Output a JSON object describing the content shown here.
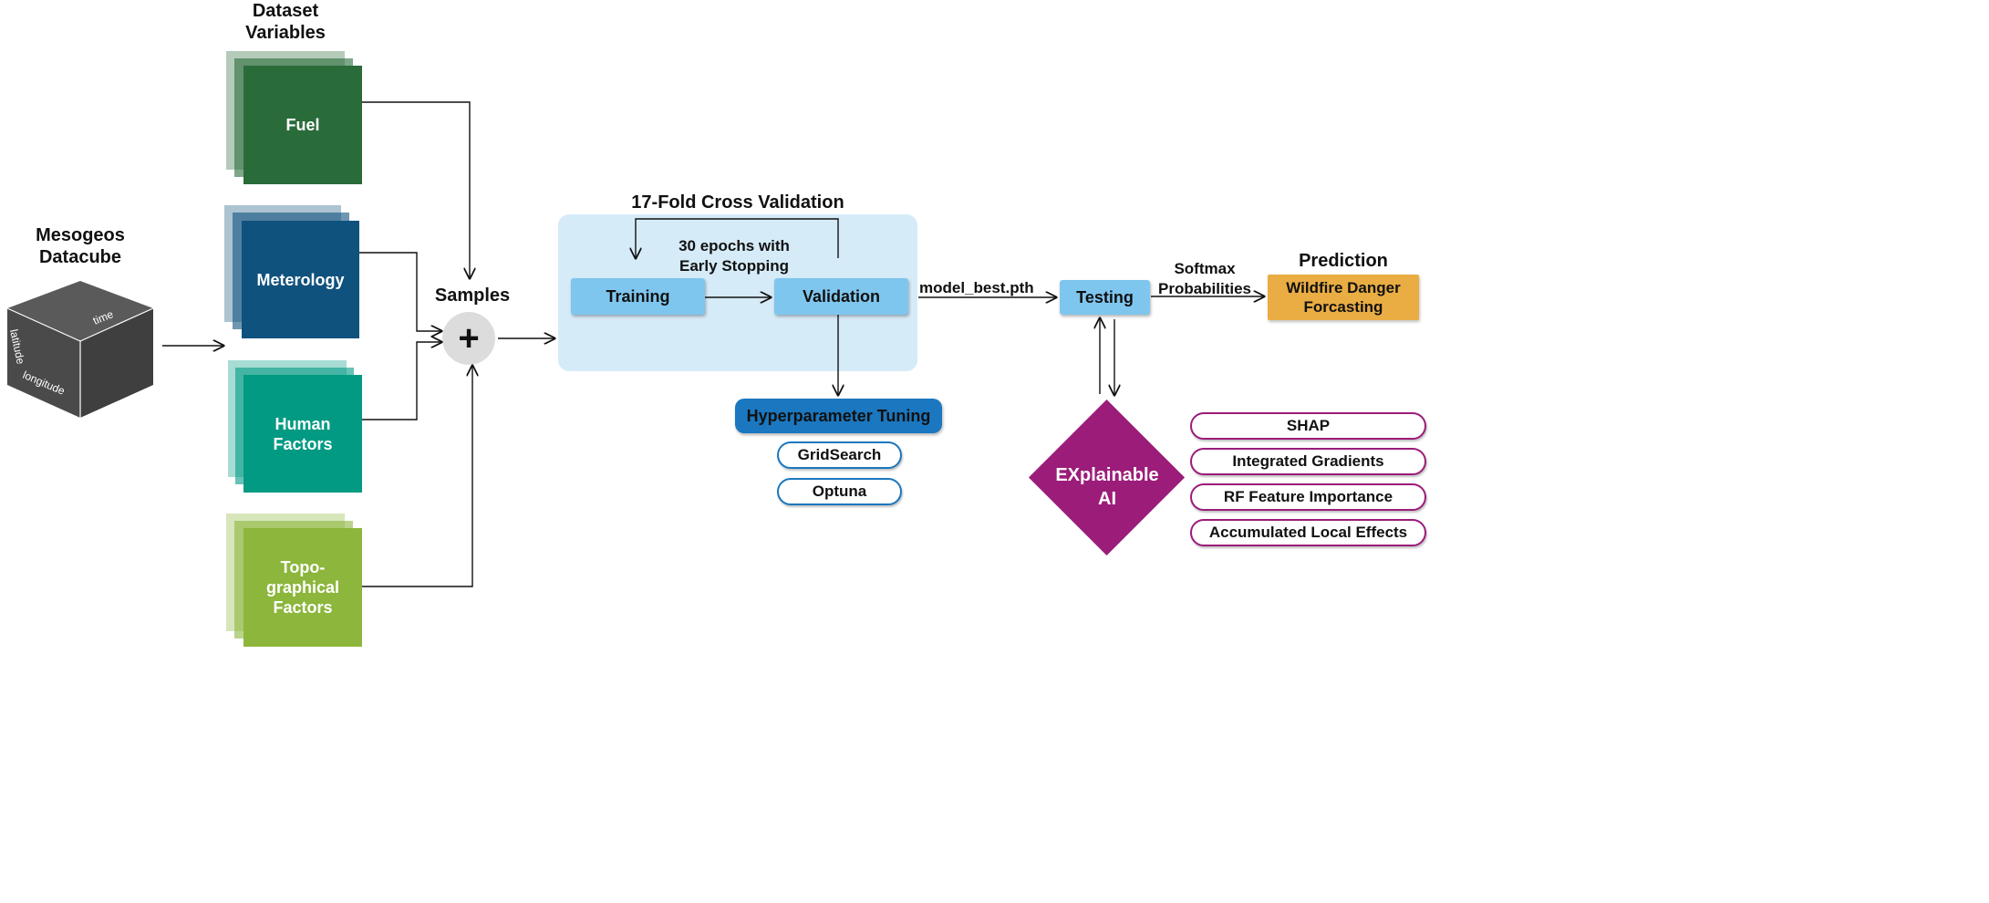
{
  "dataset_title": "Dataset\nVariables",
  "datacube": {
    "title": "Mesogeos\nDatacube",
    "axis_time": "time",
    "axis_latitude": "latitude",
    "axis_longitude": "longitude"
  },
  "variables": [
    {
      "label": "Fuel",
      "color": "#2a6b3a"
    },
    {
      "label": "Meterology",
      "color": "#10527e"
    },
    {
      "label": "Human\nFactors",
      "color": "#029a83"
    },
    {
      "label": "Topo-\ngraphical\nFactors",
      "color": "#8cb63c"
    }
  ],
  "samples": {
    "title": "Samples",
    "symbol": "+"
  },
  "cross_validation": {
    "title": "17-Fold Cross Validation",
    "loop_label": "30 epochs with\nEarly Stopping",
    "training_label": "Training",
    "validation_label": "Validation"
  },
  "hyperparameter": {
    "title": "Hyperparameter Tuning",
    "options": [
      "GridSearch",
      "Optuna"
    ]
  },
  "model_file": "model_best.pth",
  "testing_label": "Testing",
  "softmax_label": "Softmax\nProbabilities",
  "prediction": {
    "title": "Prediction",
    "box_label": "Wildfire Danger\nForcasting"
  },
  "xai": {
    "label": "EXplainable\nAI",
    "methods": [
      "SHAP",
      "Integrated Gradients",
      "RF Feature Importance",
      "Accumulated Local Effects"
    ]
  },
  "colors": {
    "light_blue": "#7fc6ef",
    "panel": "#d6ebf8",
    "dark_blue": "#1b77bf",
    "orange": "#e9ad43",
    "purple": "#9c1c7a"
  }
}
